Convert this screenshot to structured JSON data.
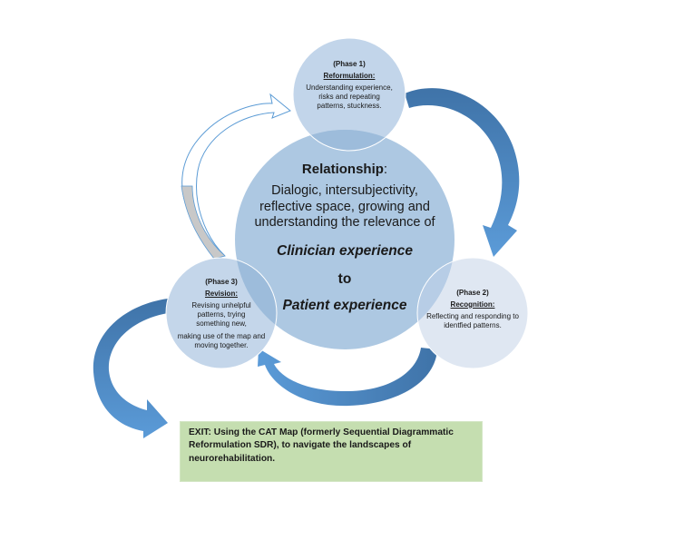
{
  "colors": {
    "center_circle": "#a9c5e0",
    "phase1_circle": "#c2d5ea",
    "phase2_circle": "#dfe7f2",
    "phase3_circle": "#c4d6ea",
    "arrow_dark": "#4a7fb3",
    "arrow_light": "#5a97d4",
    "arrow_outline": "#5b9bd5",
    "arrow_gray": "#c8c8c8",
    "exit_box": "#c5deb0"
  },
  "center": {
    "title": "Relationship",
    "title_suffix": ":",
    "body": "Dialogic, intersubjectivity, reflective space, growing and understanding the relevance of",
    "clinician": "Clinician experience",
    "to": "to",
    "patient": "Patient experience"
  },
  "phases": [
    {
      "label": "(Phase 1)",
      "name": "Reformulation:",
      "description": "Understanding experience, risks and repeating patterns, stuckness."
    },
    {
      "label": "(Phase 2)",
      "name": "Recognition:",
      "description": "Reflecting and responding to identfied patterns."
    },
    {
      "label": "(Phase 3)",
      "name": "Revision:",
      "description": "Revising unhelpful patterns, trying something new,",
      "description_2": "making use of the map and moving together."
    }
  ],
  "exit": {
    "text": "EXIT: Using the CAT Map (formerly Sequential Diagrammatic Reformulation SDR), to navigate the landscapes of neurorehabilitation."
  },
  "arrows": [
    {
      "from": "phase-1",
      "to": "phase-2",
      "style": "solid-blue"
    },
    {
      "from": "phase-2",
      "to": "phase-3",
      "style": "solid-blue"
    },
    {
      "from": "phase-3",
      "to": "phase-1",
      "style": "outline-gray"
    },
    {
      "from": "phase-3",
      "to": "exit",
      "style": "solid-blue"
    }
  ]
}
